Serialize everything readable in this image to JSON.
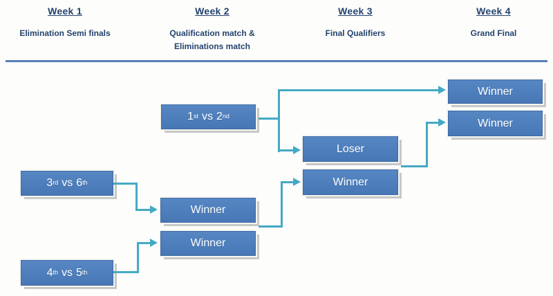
{
  "header": {
    "columns": [
      {
        "title": "Week 1",
        "subtitle_lines": [
          "Elimination Semi finals"
        ]
      },
      {
        "title": "Week 2",
        "subtitle_lines": [
          "Qualification match &",
          "Eliminations match"
        ]
      },
      {
        "title": "Week 3",
        "subtitle_lines": [
          "Final Qualifiers"
        ]
      },
      {
        "title": "Week 4",
        "subtitle_lines": [
          "Grand Final"
        ]
      }
    ]
  },
  "bracket": {
    "match_1v2": {
      "left_num": "1",
      "left_sup": "st",
      "vs": "vs",
      "right_num": "2",
      "right_sup": "nd"
    },
    "match_3v6": {
      "left_num": "3",
      "left_sup": "rd",
      "vs": "vs",
      "right_num": "6",
      "right_sup": "th"
    },
    "match_4v5": {
      "left_num": "4",
      "left_sup": "th",
      "vs": "vs",
      "right_num": "5",
      "right_sup": "th"
    },
    "week2_winner_top": "Winner",
    "week2_winner_bottom": "Winner",
    "week3_loser": "Loser",
    "week3_winner": "Winner",
    "week4_winner_top": "Winner",
    "week4_winner_bottom": "Winner"
  },
  "colors": {
    "box_fill": "#4d7ebb",
    "box_border": "#3d69a4",
    "box_text": "#ffffff",
    "box_shadow": "#c8c8c8",
    "connector": "#44a9c4",
    "header_text": "#24436e",
    "divider_line": "#4f81bd"
  }
}
